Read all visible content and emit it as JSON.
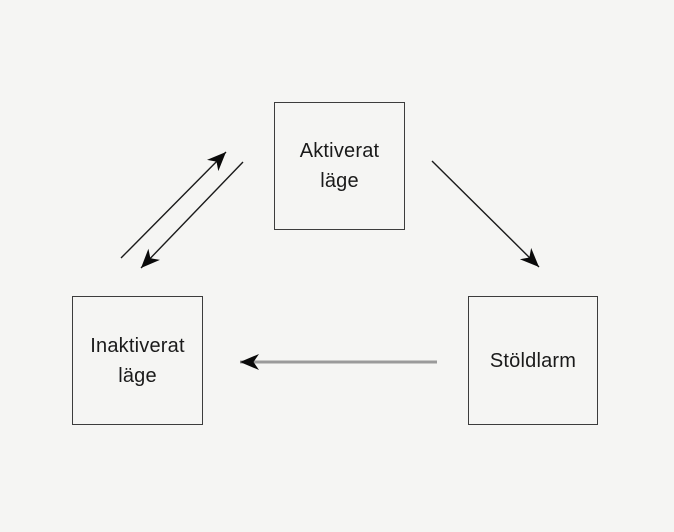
{
  "diagram": {
    "title": "",
    "nodes": {
      "aktiverat": {
        "label": "Aktiverat läge",
        "line1": "Aktiverat",
        "line2": "läge"
      },
      "inaktiverat": {
        "label": "Inaktiverat läge",
        "line1": "Inaktiverat",
        "line2": "läge"
      },
      "stoldlarm": {
        "label": "Stöldlarm"
      }
    },
    "edges": [
      {
        "from": "Inaktiverat läge",
        "to": "Aktiverat läge",
        "direction": "up-right",
        "style": "thin-black-arrow"
      },
      {
        "from": "Aktiverat läge",
        "to": "Inaktiverat läge",
        "direction": "down-left",
        "style": "thin-black-arrow"
      },
      {
        "from": "Aktiverat läge",
        "to": "Stöldlarm",
        "direction": "down-right",
        "style": "thin-black-arrow"
      },
      {
        "from": "Stöldlarm",
        "to": "Inaktiverat läge",
        "direction": "left",
        "style": "thick-gray-arrow"
      }
    ],
    "colors": {
      "background": "#f5f5f3",
      "node_fill": "#f5f5f3",
      "node_border": "#3c3c3c",
      "text": "#1a1a1a",
      "arrow_head": "#0a0a0a",
      "arrow_line_black": "#1a1a1a",
      "arrow_line_gray": "#9a9a9a"
    }
  }
}
